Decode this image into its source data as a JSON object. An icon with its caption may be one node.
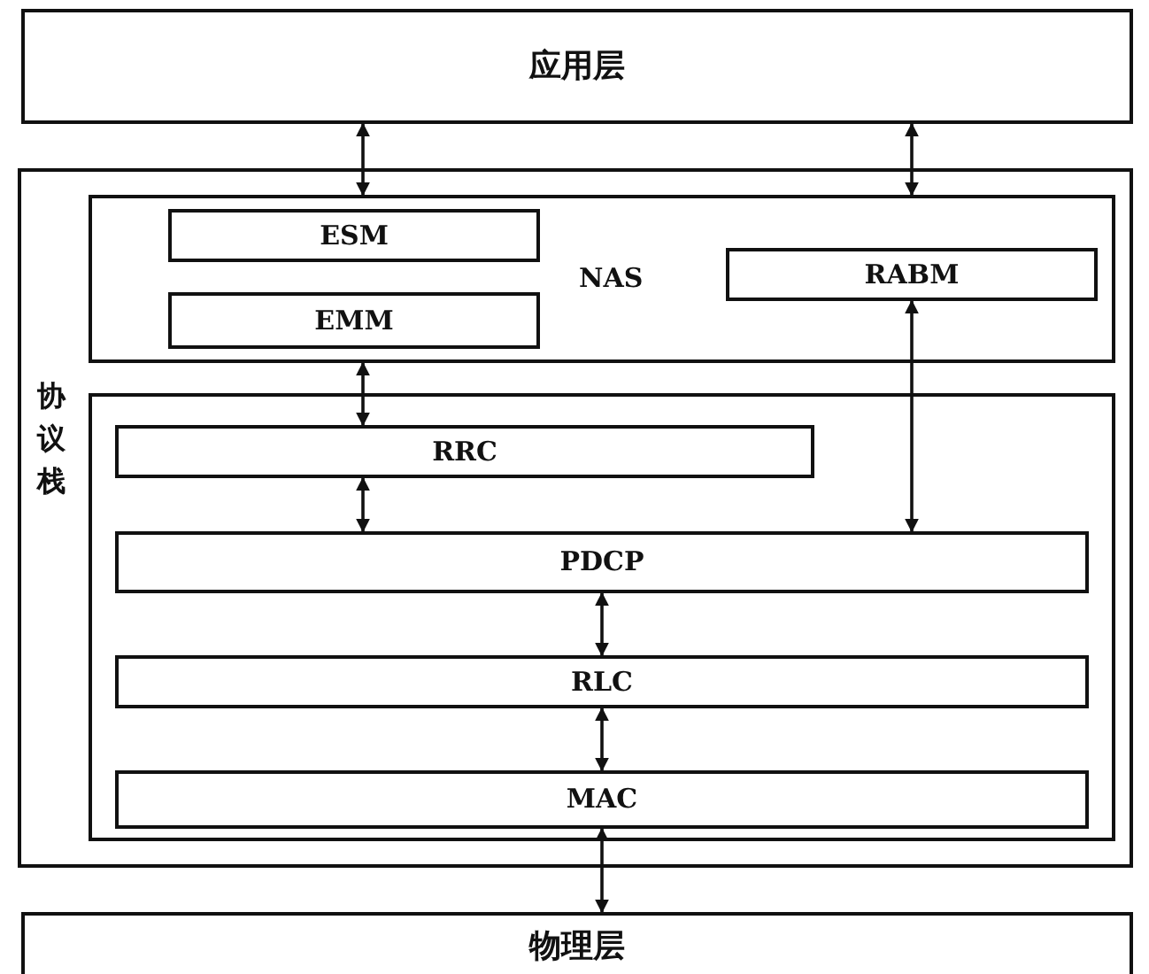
{
  "diagram": {
    "nodes": [
      {
        "text": [
          "应用层"
        ]
      },
      {
        "text": [
          "协议栈"
        ]
      },
      {
        "text": [
          "NAS"
        ],
        "in": 1
      },
      {
        "text": [
          "ESM"
        ],
        "in": 2
      },
      {
        "text": [
          "EMM"
        ],
        "in": 2
      },
      {
        "text": [
          "RABM"
        ],
        "in": 2
      },
      {
        "text": [],
        "shape": "box",
        "in": 1
      },
      {
        "text": [
          "RRC"
        ],
        "in": 6
      },
      {
        "text": [
          "PDCP"
        ],
        "in": 6
      },
      {
        "text": [
          "RLC"
        ],
        "in": 6
      },
      {
        "text": [
          "MAC"
        ],
        "in": 6
      },
      {
        "text": [
          "物理层"
        ]
      }
    ],
    "edges": [
      {
        "from": 0,
        "to": 2,
        "arrow": "both"
      },
      {
        "from": 0,
        "to": 2,
        "arrow": "both"
      },
      {
        "from": 2,
        "to": 7,
        "arrow": "both"
      },
      {
        "from": 5,
        "to": 8,
        "arrow": "both"
      },
      {
        "from": 7,
        "to": 8,
        "arrow": "both"
      },
      {
        "from": 8,
        "to": 9,
        "arrow": "both"
      },
      {
        "from": 9,
        "to": 10,
        "arrow": "both"
      },
      {
        "from": 10,
        "to": 11,
        "arrow": "both"
      }
    ]
  }
}
